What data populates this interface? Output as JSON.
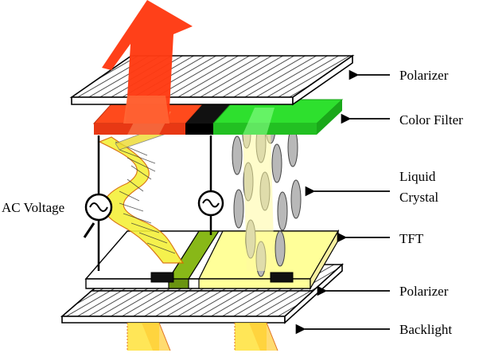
{
  "labels": {
    "polarizer_top": "Polarizer",
    "color_filter": "Color Filter",
    "liquid_crystal_line1": "Liquid",
    "liquid_crystal_line2": "Crystal",
    "tft": "TFT",
    "polarizer_bottom": "Polarizer",
    "backlight": "Backlight",
    "ac_voltage": "AC Voltage"
  },
  "colors": {
    "light_arrow": "#ff3a12",
    "red_filter": "#ff4a1c",
    "green_filter": "#2ee02e",
    "black_matrix": "#111111",
    "tft_film": "#ffff99",
    "tft_gate": "#88b818",
    "crystal_twist": "#f4f03a",
    "crystal_cell": "#b8b8b8",
    "backlight_glow": "#ffe23a"
  },
  "icons": {
    "ac_source": "ac-source-icon",
    "light_arrow": "arrow-up-icon",
    "pointer": "arrow-left-icon"
  }
}
